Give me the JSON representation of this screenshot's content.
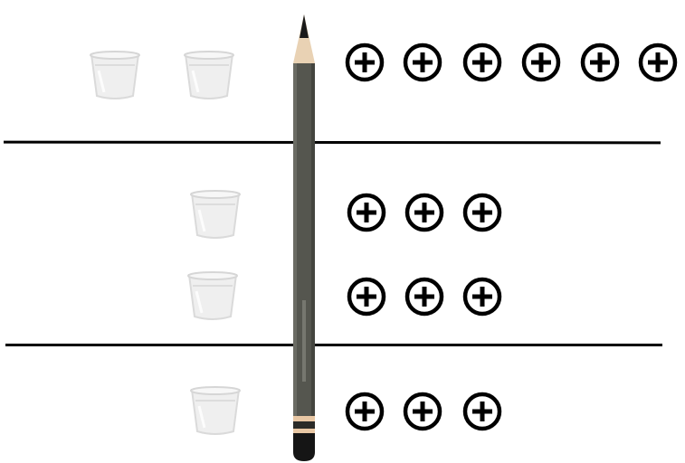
{
  "colors": {
    "line": "#000000",
    "pencil_body": "#55564f",
    "pencil_band": "#e8c7a4",
    "cup_fill": "#eeeeee",
    "cup_stroke": "#d6d6d6",
    "symbol_stroke": "#000000",
    "background": "#ffffff"
  },
  "icons": {
    "cup": "measuring-cup-icon",
    "symbol": "circled-plus-icon",
    "pencil": "pencil-icon"
  },
  "rows": [
    {
      "cups": 2,
      "symbols": 6
    },
    {
      "cups": 1,
      "symbols": 3
    },
    {
      "cups": 1,
      "symbols": 3
    },
    {
      "cups": 1,
      "symbols": 3
    }
  ],
  "pencil": {
    "brand_text": ""
  }
}
